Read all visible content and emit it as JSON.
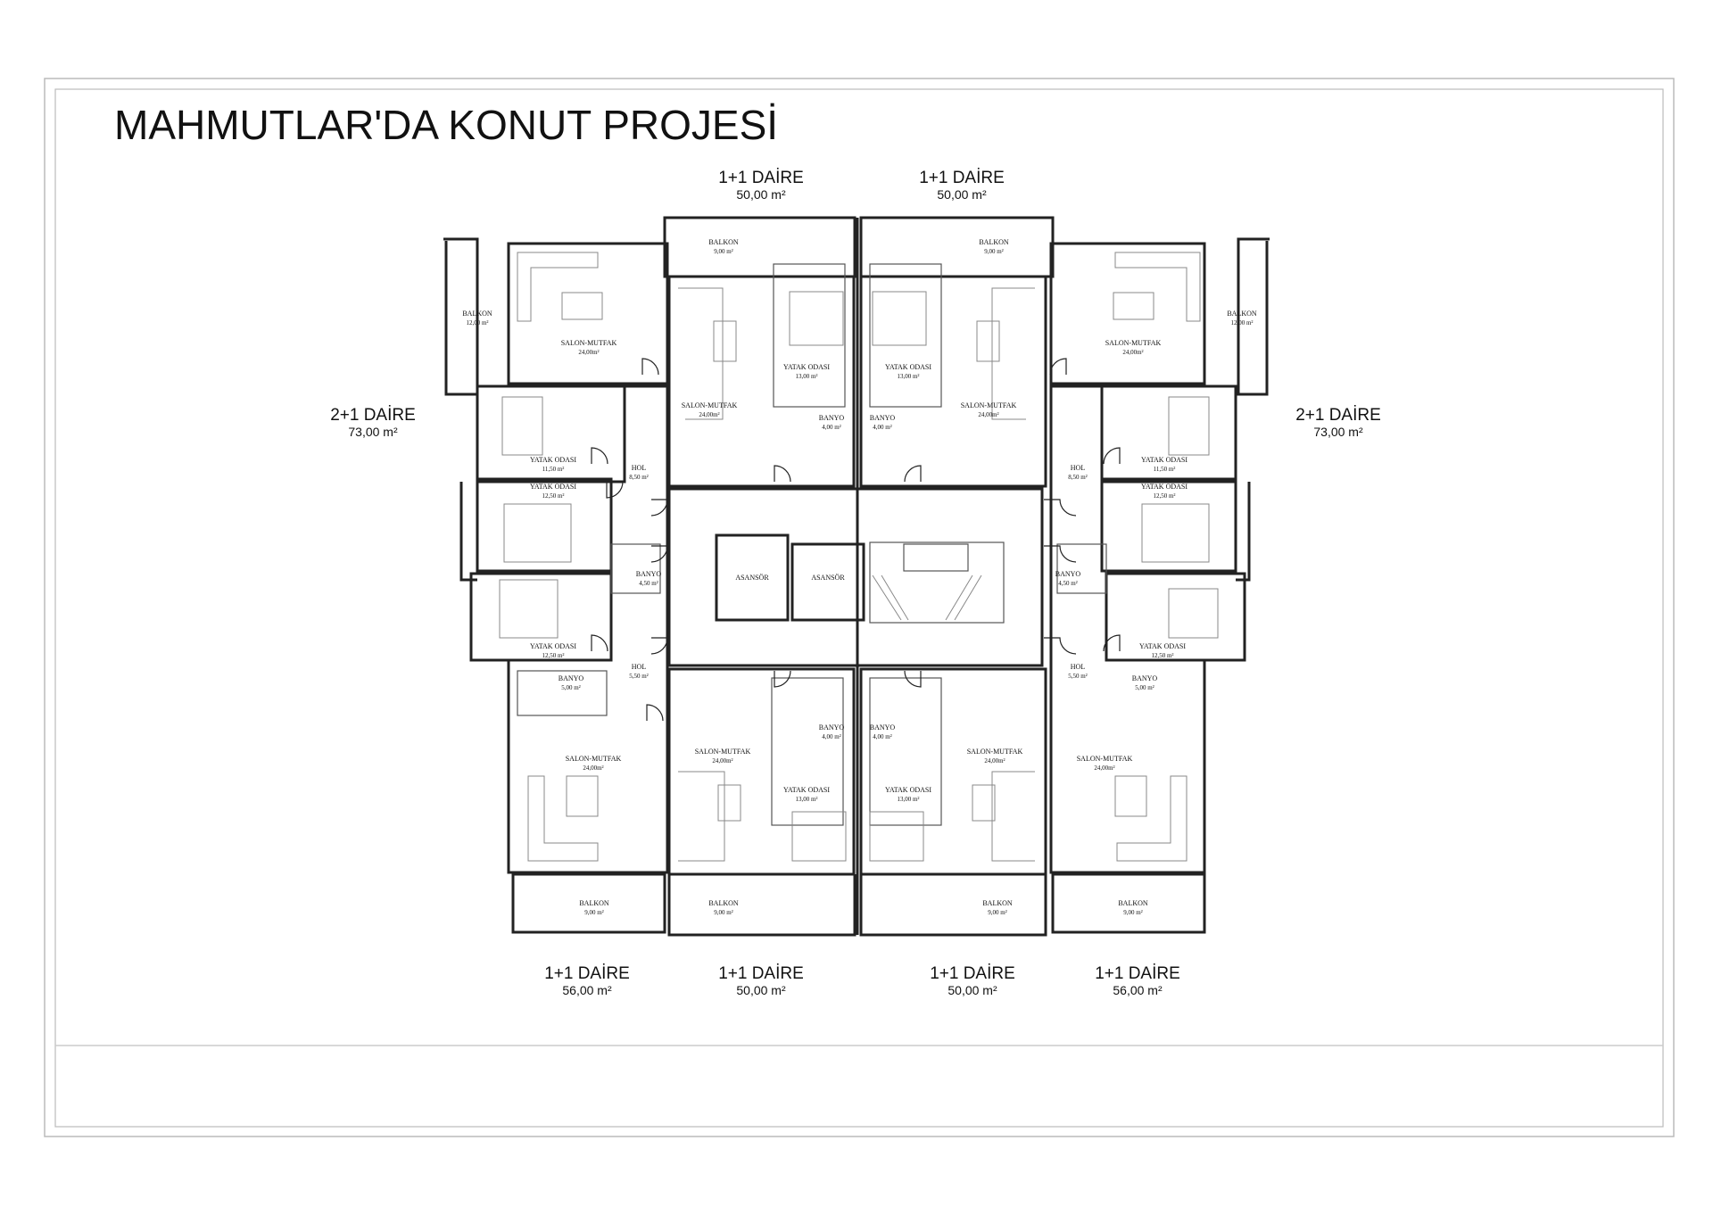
{
  "title": "MAHMUTLAR'DA KONUT PROJESİ",
  "units": {
    "top_left": {
      "type": "1+1 DAİRE",
      "area": "50,00 m²"
    },
    "top_right": {
      "type": "1+1 DAİRE",
      "area": "50,00 m²"
    },
    "left": {
      "type": "2+1 DAİRE",
      "area": "73,00 m²"
    },
    "right": {
      "type": "2+1 DAİRE",
      "area": "73,00 m²"
    },
    "bottom_1": {
      "type": "1+1 DAİRE",
      "area": "56,00 m²"
    },
    "bottom_2": {
      "type": "1+1 DAİRE",
      "area": "50,00 m²"
    },
    "bottom_3": {
      "type": "1+1 DAİRE",
      "area": "50,00 m²"
    },
    "bottom_4": {
      "type": "1+1 DAİRE",
      "area": "56,00 m²"
    }
  },
  "core": {
    "elevator_1": "ASANSÖR",
    "elevator_2": "ASANSÖR"
  },
  "rooms": [
    {
      "name": "BALKON",
      "area": "9,00 m²"
    },
    {
      "name": "BALKON",
      "area": "9,00 m²"
    },
    {
      "name": "BALKON",
      "area": "12,00 m²"
    },
    {
      "name": "BALKON",
      "area": "12,00 m²"
    },
    {
      "name": "SALON-MUTFAK",
      "area": "24,00m²"
    },
    {
      "name": "SALON-MUTFAK",
      "area": "24,00m²"
    },
    {
      "name": "SALON-MUTFAK",
      "area": "24,00m²"
    },
    {
      "name": "SALON-MUTFAK",
      "area": "24,00m²"
    },
    {
      "name": "YATAK ODASI",
      "area": "13,00 m²"
    },
    {
      "name": "YATAK ODASI",
      "area": "13,00 m²"
    },
    {
      "name": "BANYO",
      "area": "4,00 m²"
    },
    {
      "name": "BANYO",
      "area": "4,00 m²"
    },
    {
      "name": "YATAK ODASI",
      "area": "11,50 m²"
    },
    {
      "name": "YATAK ODASI",
      "area": "12,50 m²"
    },
    {
      "name": "HOL",
      "area": "8,50 m²"
    },
    {
      "name": "BANYO",
      "area": "4,50 m²"
    },
    {
      "name": "YATAK ODASI",
      "area": "12,50 m²"
    },
    {
      "name": "HOL",
      "area": "5,50 m²"
    },
    {
      "name": "BANYO",
      "area": "5,00 m²"
    },
    {
      "name": "YATAK ODASI",
      "area": "11,50 m²"
    },
    {
      "name": "YATAK ODASI",
      "area": "12,50 m²"
    },
    {
      "name": "HOL",
      "area": "8,50 m²"
    },
    {
      "name": "BANYO",
      "area": "4,50 m²"
    },
    {
      "name": "YATAK ODASI",
      "area": "12,50 m²"
    },
    {
      "name": "HOL",
      "area": "5,50 m²"
    },
    {
      "name": "BANYO",
      "area": "5,00 m²"
    },
    {
      "name": "SALON-MUTFAK",
      "area": "24,00m²"
    },
    {
      "name": "SALON-MUTFAK",
      "area": "24,00m²"
    },
    {
      "name": "SALON-MUTFAK",
      "area": "24,00m²"
    },
    {
      "name": "SALON-MUTFAK",
      "area": "24,00m²"
    },
    {
      "name": "BANYO",
      "area": "4,00 m²"
    },
    {
      "name": "BANYO",
      "area": "4,00 m²"
    },
    {
      "name": "YATAK ODASI",
      "area": "13,00 m²"
    },
    {
      "name": "YATAK ODASI",
      "area": "13,00 m²"
    },
    {
      "name": "BALKON",
      "area": "9,00 m²"
    },
    {
      "name": "BALKON",
      "area": "9,00 m²"
    },
    {
      "name": "BALKON",
      "area": "9,00 m²"
    },
    {
      "name": "BALKON",
      "area": "9,00 m²"
    }
  ]
}
